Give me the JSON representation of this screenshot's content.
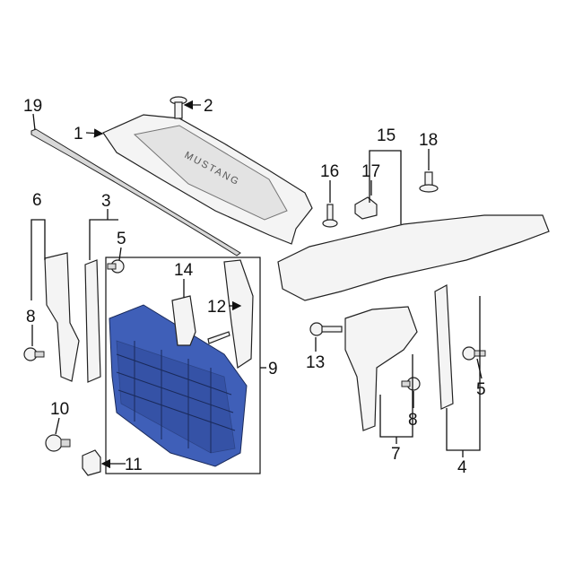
{
  "diagram": {
    "callouts": [
      "1",
      "2",
      "3",
      "4",
      "5",
      "5",
      "6",
      "7",
      "8",
      "8",
      "9",
      "10",
      "11",
      "12",
      "13",
      "14",
      "15",
      "16",
      "17",
      "18",
      "19"
    ],
    "logo_text": "MUSTANG",
    "colors": {
      "highlight": "#3f5fb8",
      "line": "#111111",
      "part": "#f4f4f4"
    }
  }
}
